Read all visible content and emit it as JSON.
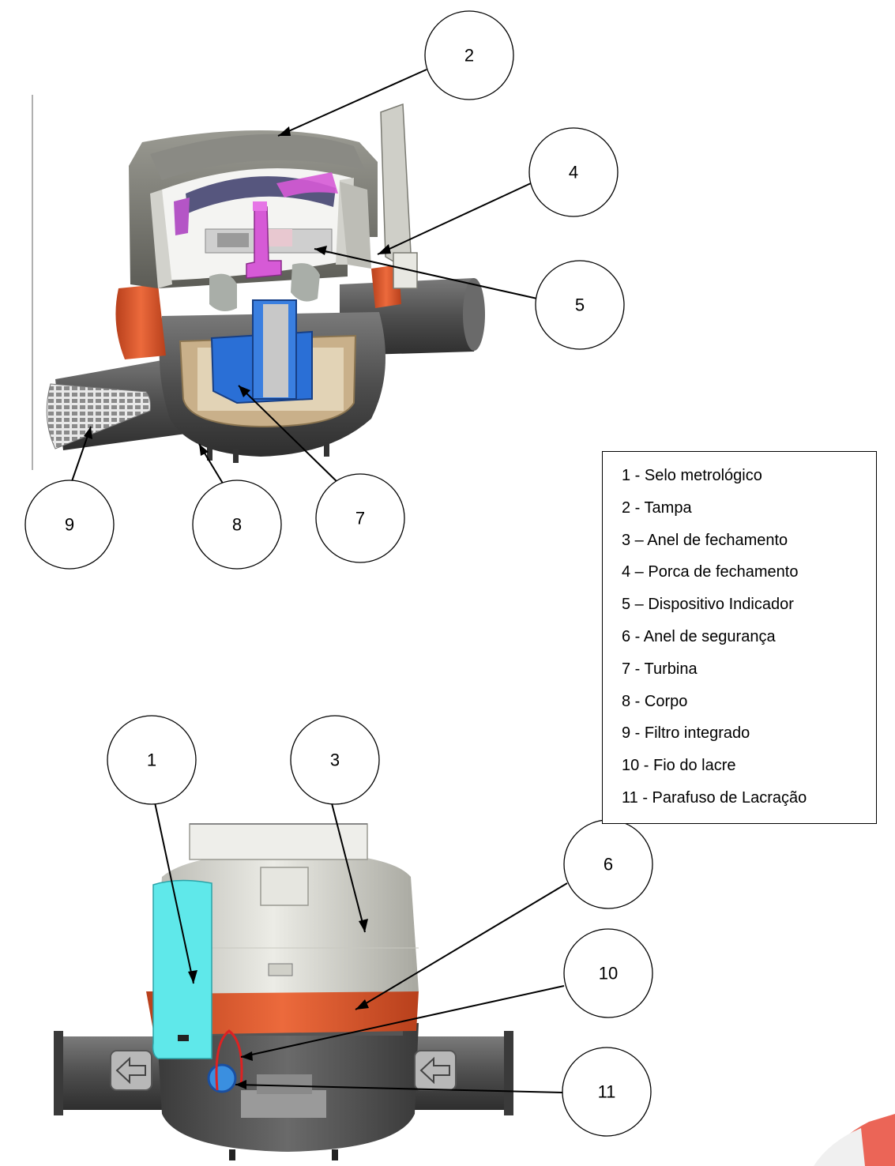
{
  "callouts": {
    "c1": "1",
    "c2": "2",
    "c3": "3",
    "c4": "4",
    "c5": "5",
    "c6": "6",
    "c7": "7",
    "c8": "8",
    "c9": "9",
    "c10": "10",
    "c11": "11"
  },
  "legend": {
    "items": [
      "1 - Selo metrológico",
      "2 - Tampa",
      "3 – Anel de fechamento",
      "4 – Porca de fechamento",
      "5 – Dispositivo Indicador",
      "6 - Anel de segurança",
      "7 - Turbina",
      "8 - Corpo",
      "9 - Filtro integrado",
      "10 - Fio do lacre",
      "11 - Parafuso de Lacração"
    ]
  },
  "colors": {
    "body_dark": "#4a4a4a",
    "cover_light": "#d9d9d3",
    "orange": "#e0552b",
    "turbine_blue": "#2a6fd6",
    "indicator_magenta": "#d65ad6",
    "seal_cyan": "#5fe8ea",
    "bronze": "#c9b08a"
  }
}
